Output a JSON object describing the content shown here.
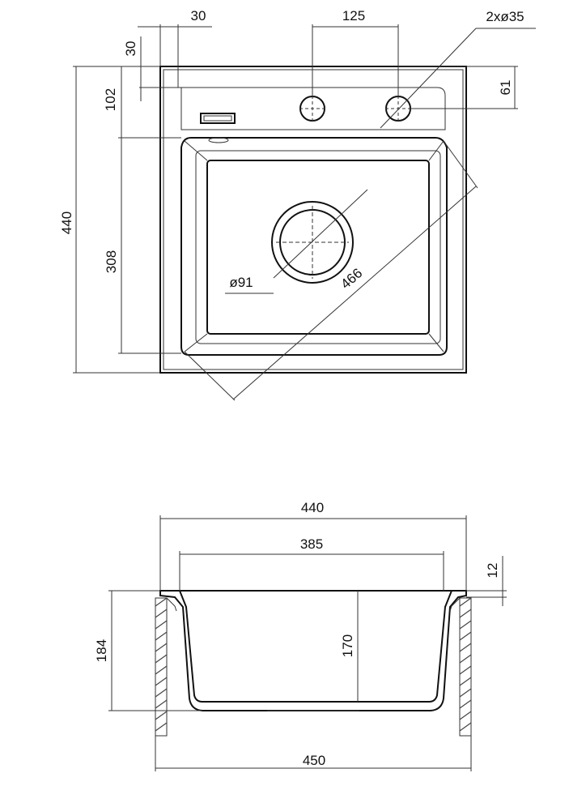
{
  "top_view": {
    "dims": {
      "faucet_offset": "30",
      "top_margin": "30",
      "hole_spacing": "125",
      "holes": "2xø35",
      "deck_depth": "102",
      "hole_depth": "61",
      "overall_depth": "440",
      "bowl_depth": "308",
      "drain_diameter": "ø91",
      "diagonal": "466"
    }
  },
  "section_view": {
    "dims": {
      "overall_width": "440",
      "bowl_width": "385",
      "rim_height": "12",
      "overall_height": "184",
      "bowl_height": "170",
      "cutout_width": "450"
    }
  }
}
